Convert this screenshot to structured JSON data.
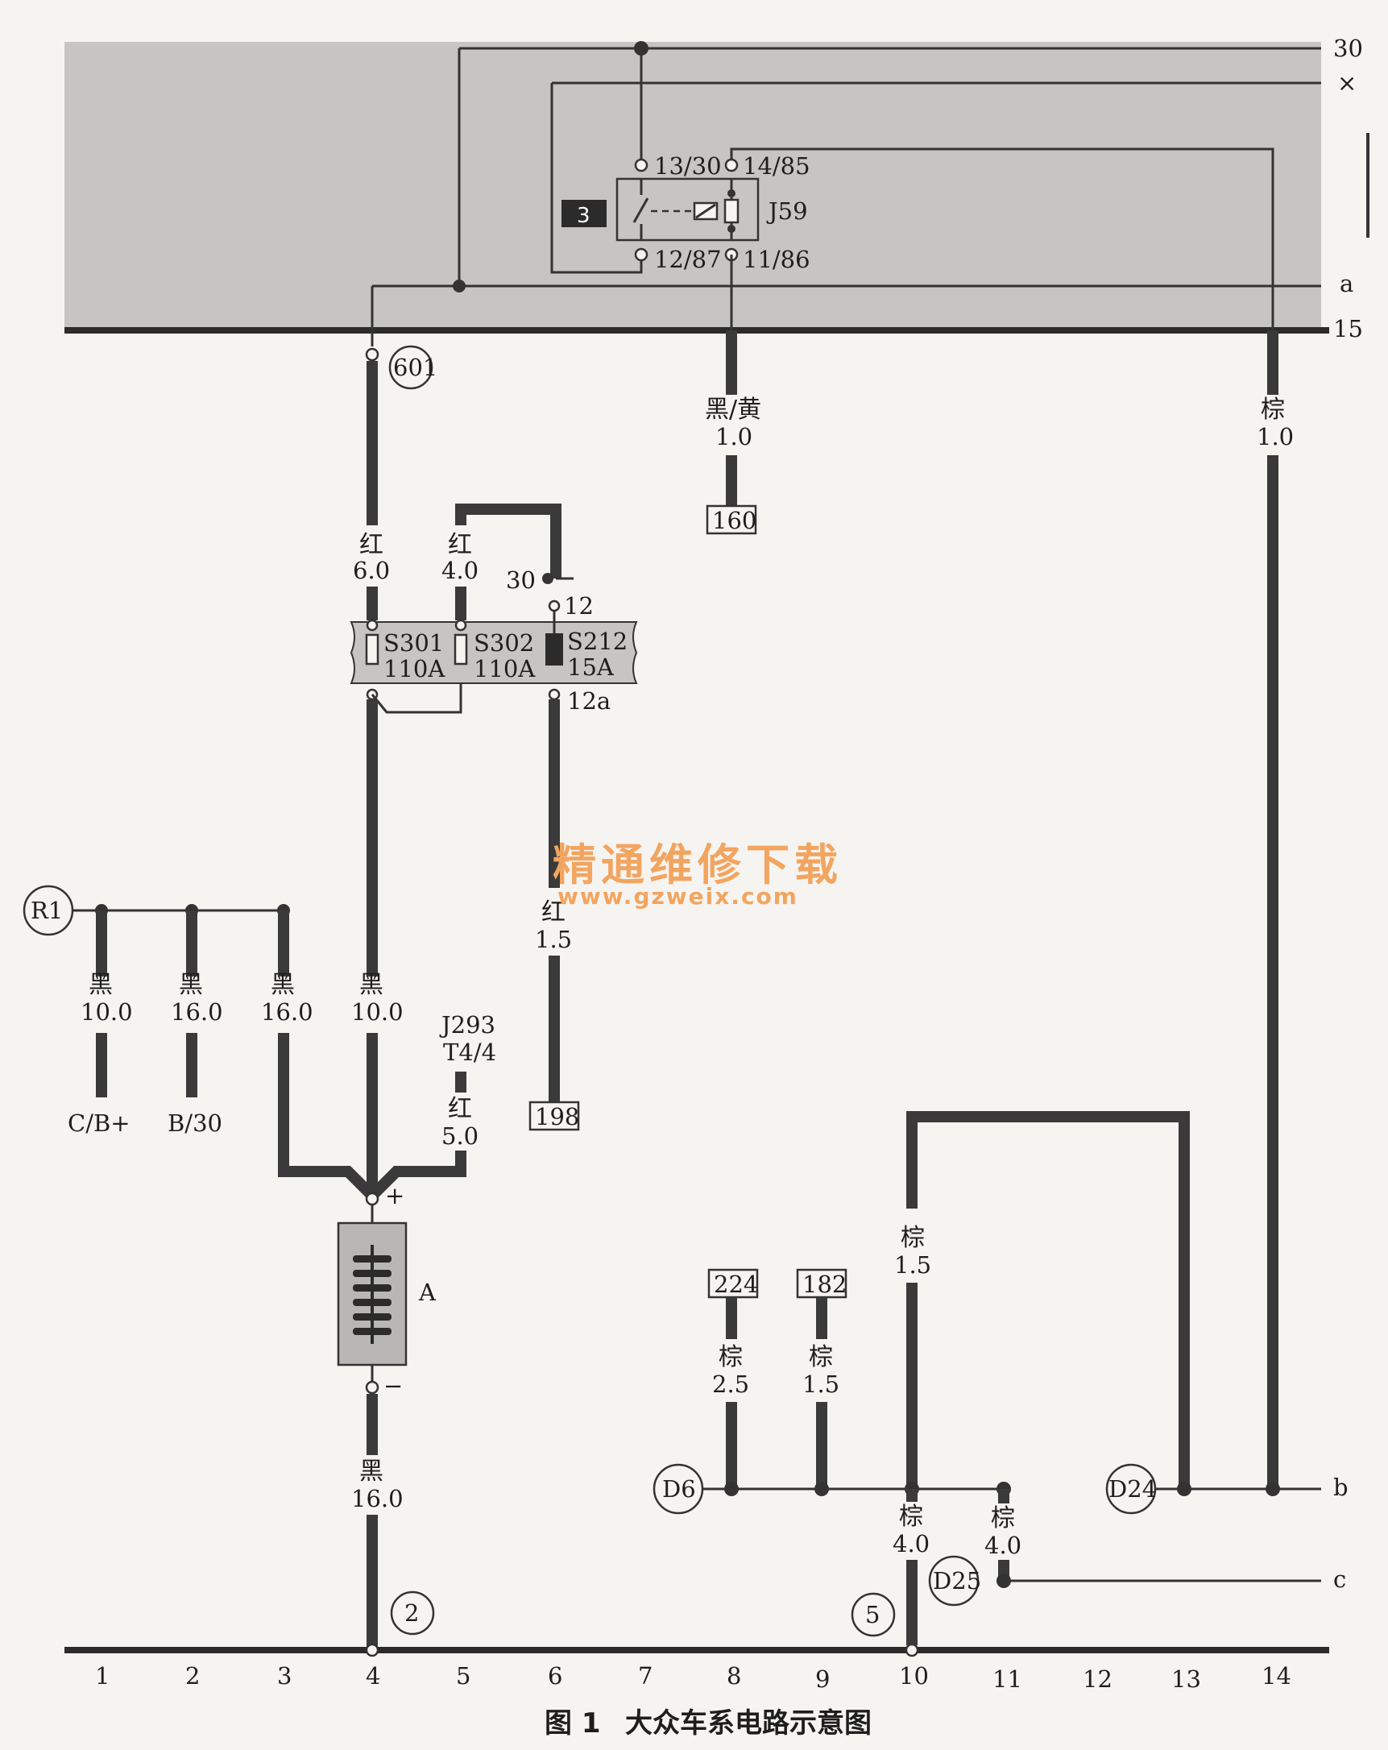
{
  "rails": {
    "r30": "30",
    "rx": "×",
    "ra": "a",
    "r15": "15",
    "rb": "b",
    "rc": "c"
  },
  "relay": {
    "name": "J59",
    "tag": "3",
    "pin_13_30": "13/30",
    "pin_14_85": "14/85",
    "pin_12_87": "12/87",
    "pin_11_86": "11/86"
  },
  "nodes": {
    "n601": "601",
    "R1": "R1",
    "D6": "D6",
    "D24": "D24",
    "D25": "D25",
    "g2": "2",
    "g5": "5"
  },
  "refs": {
    "ref160": "160",
    "ref198": "198",
    "ref224": "224",
    "ref182": "182"
  },
  "fuses": {
    "s301": "S301",
    "s301_rating": "110A",
    "s302": "S302",
    "s302_rating": "110A",
    "s212": "S212",
    "s212_rating": "15A",
    "pin30": "30",
    "pin12": "12",
    "pin12a": "12a"
  },
  "wires": {
    "w_black_yellow": "黑/黄",
    "w_black_yellow_size": "1.0",
    "w_brown_14": "棕",
    "w_brown_14_size": "1.0",
    "w_red_601": "红",
    "w_red_601_size": "6.0",
    "w_red_s302": "红",
    "w_red_s302_size": "4.0",
    "w_red_198": "红",
    "w_red_198_size": "1.5",
    "w_black_c1": "黑",
    "w_black_c1_size": "10.0",
    "w_black_c2": "黑",
    "w_black_c2_size": "16.0",
    "w_black_c3": "黑",
    "w_black_c3_size": "16.0",
    "w_black_c4": "黑",
    "w_black_c4_size": "10.0",
    "w_red_j293": "红",
    "w_red_j293_size": "5.0",
    "w_black_gnd": "黑",
    "w_black_gnd_size": "16.0",
    "w_brown_224": "棕",
    "w_brown_224_size": "2.5",
    "w_brown_182": "棕",
    "w_brown_182_size": "1.5",
    "w_brown_loop": "棕",
    "w_brown_loop_size": "1.5",
    "w_brown_10": "棕",
    "w_brown_10_size": "4.0",
    "w_brown_11": "棕",
    "w_brown_11_size": "4.0"
  },
  "terminals": {
    "cb": "C/B+",
    "b30": "B/30",
    "j293": "J293",
    "t44": "T4/4"
  },
  "battery": {
    "name": "A",
    "plus": "+",
    "minus": "−"
  },
  "columns": [
    "1",
    "2",
    "3",
    "4",
    "5",
    "6",
    "7",
    "8",
    "9",
    "10",
    "11",
    "12",
    "13",
    "14"
  ],
  "watermark": {
    "line1": "精通维修下载",
    "line2": "www.gzweix.com"
  },
  "caption": {
    "number": "图 1",
    "title": "大众车系电路示意图"
  }
}
